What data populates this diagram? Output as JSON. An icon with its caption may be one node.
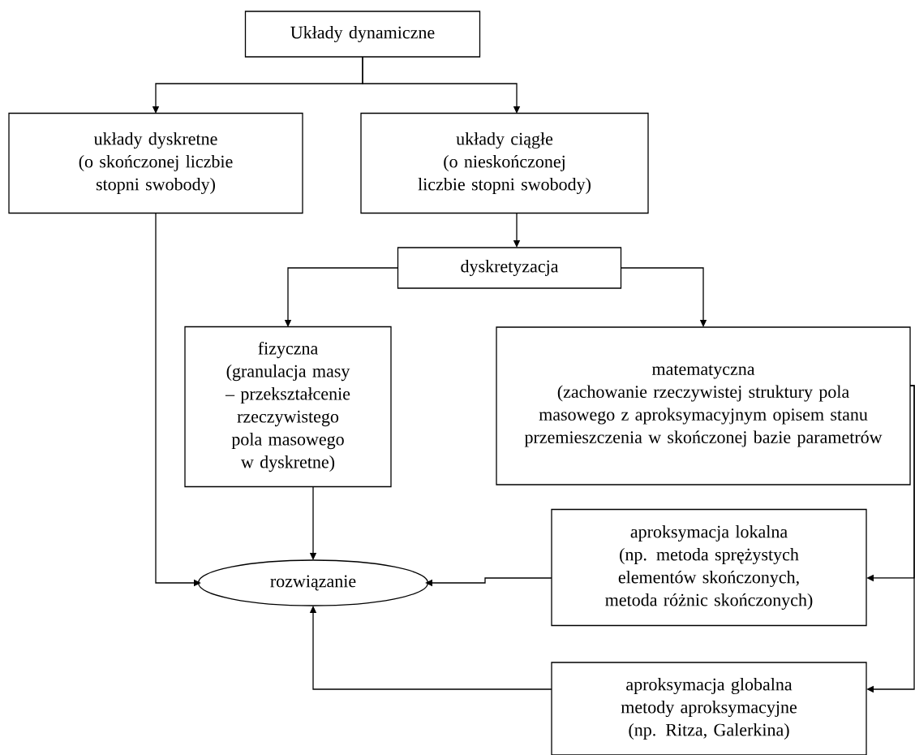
{
  "diagram": {
    "nodes": [
      {
        "text": [
          "Układy dynamiczne"
        ]
      },
      {
        "text": [
          "układy dyskretne",
          "(o skończonej liczbie stopni swobody)"
        ]
      },
      {
        "text": [
          "układy ciągłe",
          "(o nieskończonej liczbie stopni swobody)"
        ]
      },
      {
        "text": [
          "dyskretyzacja"
        ]
      },
      {
        "text": [
          "fizyczna",
          "(granulacja masy – przekształcenie rzeczywistego pola masowego w dyskretne)"
        ]
      },
      {
        "text": [
          "matematyczna",
          "(zachowanie rzeczywistej struktury pola masowego z aproksymacyjnym opisem stanu przemieszczenia w skończonej bazie parametrów"
        ]
      },
      {
        "text": [
          "rozwiązanie"
        ]
      },
      {
        "text": [
          "aproksymacja lokalna",
          "(np. metoda sprężystych elementów skończonych, metoda różnic skończonych)"
        ]
      },
      {
        "text": [
          "aproksymacja globalna",
          "metody aproksymacyjne",
          "(np. Ritza, Galerkina)"
        ]
      }
    ],
    "edges": [
      {
        "from": 0,
        "to": 1,
        "arrow": "to"
      },
      {
        "from": 0,
        "to": 2,
        "arrow": "to"
      },
      {
        "from": 2,
        "to": 3,
        "arrow": "to"
      },
      {
        "from": 3,
        "to": 4,
        "arrow": "to"
      },
      {
        "from": 3,
        "to": 5,
        "arrow": "to"
      },
      {
        "from": 1,
        "to": 6,
        "arrow": "to"
      },
      {
        "from": 4,
        "to": 6,
        "arrow": "to"
      },
      {
        "from": 7,
        "to": 6,
        "arrow": "to"
      },
      {
        "from": 8,
        "to": 6,
        "arrow": "to"
      },
      {
        "from": 5,
        "to": 7,
        "arrow": "to"
      },
      {
        "from": 5,
        "to": 8,
        "arrow": "to"
      }
    ]
  }
}
